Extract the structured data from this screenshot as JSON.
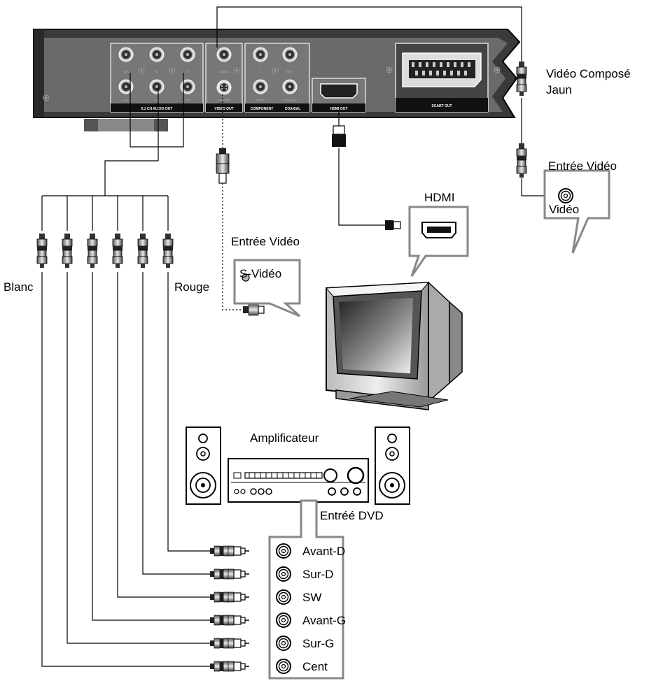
{
  "player_panel": {
    "group_labels": {
      "audio_out": "5.1 CH AUDIO OUT",
      "video_out": "VIDEO OUT",
      "component": "COMPONENT",
      "coaxial": "COAXIAL",
      "hdmi_out": "HDMI OUT",
      "scart_out": "SCART OUT"
    },
    "jack_labels": {
      "cen": "CEN",
      "sl": "SL",
      "fl": "FL",
      "sw": "SW",
      "fr": "FR",
      "sr": "SR",
      "video": "VIDEO",
      "svideo": "S-VIDEO",
      "y": "Y",
      "pbcb": "Pb/Cb",
      "prcr": "Pr/Cr",
      "coaxial": "COAXIAL"
    }
  },
  "labels": {
    "composite_video": "Vidéo Composé",
    "composite_color": "Jaun",
    "video_input_right": "Entrée Vidéo",
    "video_jack_right": "Vidéo",
    "hdmi": "HDMI",
    "video_input_left": "Entrée Vidéo",
    "svideo": "S-Vidéo",
    "white": "Blanc",
    "red": "Rouge",
    "amplifier": "Amplificateur",
    "dvd_input": "Entréé DVD"
  },
  "amp_inputs": [
    "Avant-D",
    "Sur-D",
    "SW",
    "Avant-G",
    "Sur-G",
    "Cent"
  ]
}
